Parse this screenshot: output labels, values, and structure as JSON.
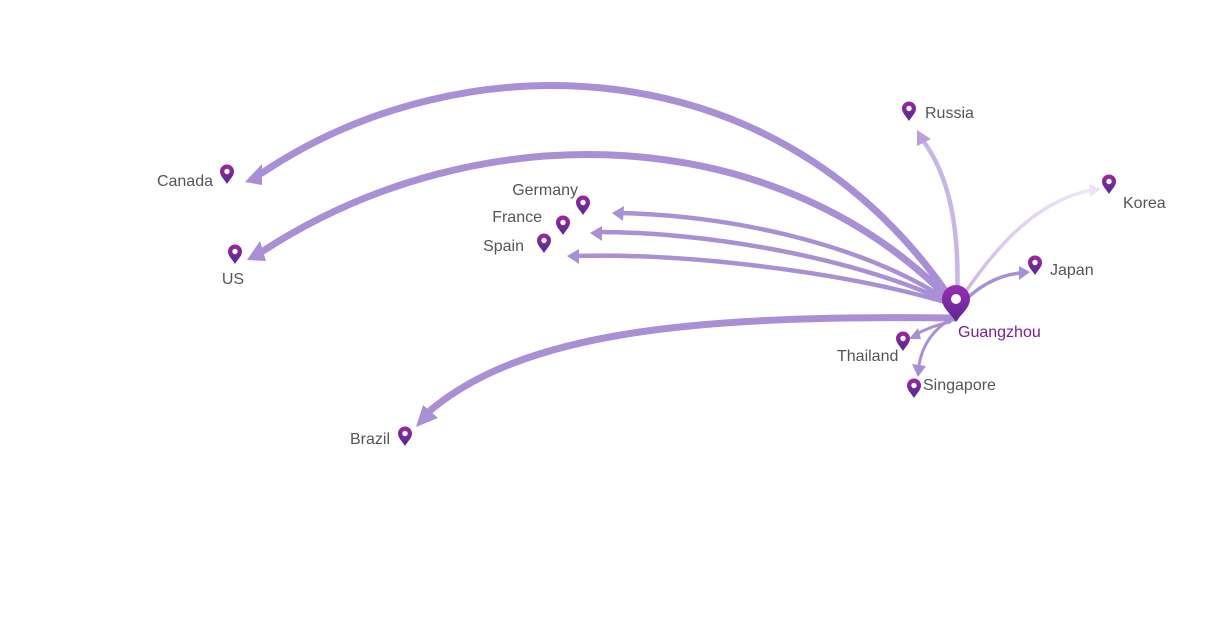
{
  "origin": {
    "name": "Guangzhou",
    "icon": "map-pin-icon",
    "color": "#8a22a8"
  },
  "colors": {
    "route": "#a98fd3",
    "route_light": "#c9b6e6",
    "route_faint": "#e6dcf4",
    "pin": "#8a22a8",
    "pin_dark": "#5b2a91",
    "label": "#555555"
  },
  "destinations": [
    {
      "id": "canada",
      "name": "Canada",
      "icon": "map-pin-icon"
    },
    {
      "id": "us",
      "name": "US",
      "icon": "map-pin-icon"
    },
    {
      "id": "brazil",
      "name": "Brazil",
      "icon": "map-pin-icon"
    },
    {
      "id": "germany",
      "name": "Germany",
      "icon": "map-pin-icon"
    },
    {
      "id": "france",
      "name": "France",
      "icon": "map-pin-icon"
    },
    {
      "id": "spain",
      "name": "Spain",
      "icon": "map-pin-icon"
    },
    {
      "id": "russia",
      "name": "Russia",
      "icon": "map-pin-icon"
    },
    {
      "id": "korea",
      "name": "Korea",
      "icon": "map-pin-icon"
    },
    {
      "id": "japan",
      "name": "Japan",
      "icon": "map-pin-icon"
    },
    {
      "id": "thailand",
      "name": "Thailand",
      "icon": "map-pin-icon"
    },
    {
      "id": "singapore",
      "name": "Singapore",
      "icon": "map-pin-icon"
    }
  ]
}
